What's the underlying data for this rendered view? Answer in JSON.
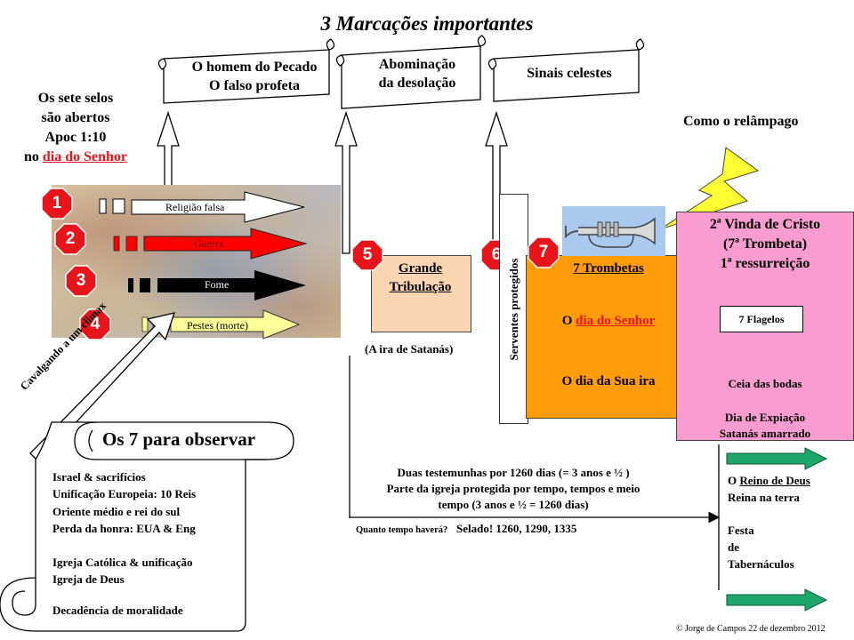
{
  "title": "3 Marcações importantes",
  "scrolls": {
    "s1": {
      "line1": "O homem do Pecado",
      "line2": "O falso profeta"
    },
    "s2": {
      "line1": "Abominação",
      "line2": "da desolação"
    },
    "s3": {
      "line1": "Sinais celestes"
    }
  },
  "seals": {
    "line1": "Os sete selos",
    "line2": "são abertos",
    "line3": "Apoc 1:10",
    "line4_prefix": "no ",
    "line4_link": "dia do Senhor"
  },
  "horses": {
    "riders": [
      {
        "number": "1",
        "label": "Religião  falsa",
        "arrow_color": "#ffffff"
      },
      {
        "number": "2",
        "label": "Guerra",
        "arrow_color": "#ff0000"
      },
      {
        "number": "3",
        "label": "Fome",
        "arrow_color": "#000000"
      },
      {
        "number": "4",
        "label": "Pestes (morte)",
        "arrow_color": "#ffff99"
      }
    ]
  },
  "climax_label": "Cavalgando a um climax",
  "markers": {
    "m5": "5",
    "m6": "6",
    "m7": "7"
  },
  "tribulation": {
    "line1": "Grande",
    "line2": "Tribulação",
    "caption": "(A ira de Satanás)"
  },
  "servants": "Serventes protegidos",
  "trumpets": {
    "title": "7 Trombetas",
    "line2_prefix": "O ",
    "line2_link": "dia do Senhor",
    "line3": "O dia da Sua ira"
  },
  "lightning_label": "Como o relâmpago",
  "second_coming": {
    "line1": "2ª Vinda de Cristo",
    "line2": "(7ª Trombeta)",
    "line3": "1ª ressurreição",
    "flagelos": "7 Flagelos",
    "ceia": "Ceia das bodas",
    "expiacao": "Dia de Expiação",
    "satanas": "Satanás amarrado"
  },
  "observe": {
    "title": "Os 7 para observar",
    "items": [
      "Israel  & sacrifícios",
      "Unificação  Europeia:  10 Reis",
      "Oriente  médio e rei do sul",
      "Perda da honra:  EUA & Eng",
      "",
      "Igreja Católica  & unificação",
      "Igreja de Deus",
      "",
      "Decadência de moralidade"
    ]
  },
  "timeline": {
    "line1": "Duas testemunhas  por 1260 dias  (= 3 anos e ½ )",
    "line2": "Parte da igreja protegida  por tempo,  tempos e meio",
    "line3": "tempo  (3 anos e ½ = 1260 dias)",
    "question": "Quanto tempo haverá?",
    "answer": "Selado! 1260, 1290, 1335"
  },
  "kingdom": {
    "line1_prefix": "O ",
    "line1_link": "Reino de Deus",
    "line2": "Reina na terra",
    "line3": "Festa",
    "line4": "de",
    "line5": "Tabernáculos"
  },
  "copyright": "© Jorge de Campos 22 de dezembro 2012",
  "colors": {
    "marker_red": "#e8141b",
    "orange": "#ff9c09",
    "pink": "#f99ccf",
    "peach": "#fbd5b1",
    "green_arrow": "#1fa66a",
    "lightning": "#ffff33"
  }
}
